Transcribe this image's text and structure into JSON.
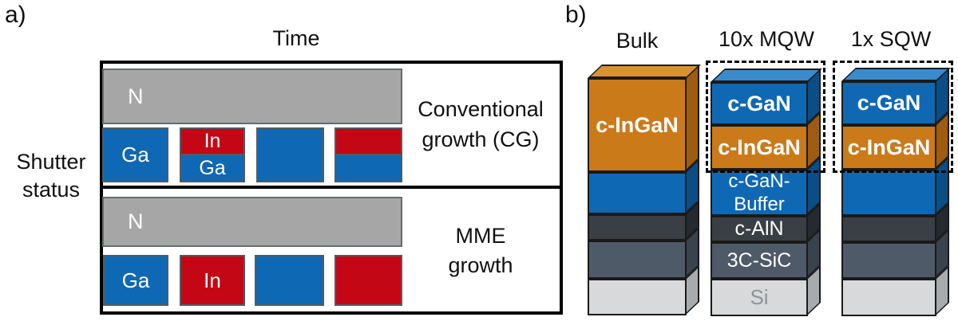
{
  "colors": {
    "blue": "#0f68b3",
    "blue_top": "#3a8bcb",
    "blue_side": "#0b4d85",
    "red": "#c40714",
    "orange": "#cb7a19",
    "orange_top": "#dc9130",
    "orange_side": "#9d5c0f",
    "charcoal": "#3a3e45",
    "slate": "#4e5a67",
    "light_gray": "#d7d9da",
    "shutter_gray": "#a6a6a6"
  },
  "panel_a": {
    "label": "a)",
    "time_label": "Time",
    "y_axis_label_lines": [
      "Shutter",
      "status"
    ],
    "rows": [
      {
        "label_lines": [
          "Conventional",
          "growth (CG)"
        ],
        "n_label": "N",
        "blocks": [
          {
            "kind": "solid",
            "color": "blue",
            "label": "Ga"
          },
          {
            "kind": "split",
            "top_color": "red",
            "top_label": "In",
            "bottom_color": "blue",
            "bottom_label": "Ga"
          },
          {
            "kind": "solid",
            "color": "blue",
            "label": ""
          },
          {
            "kind": "split",
            "top_color": "red",
            "top_label": "",
            "bottom_color": "blue",
            "bottom_label": ""
          }
        ]
      },
      {
        "label_lines": [
          "MME",
          "growth"
        ],
        "n_label": "N",
        "blocks": [
          {
            "kind": "solid",
            "color": "blue",
            "label": "Ga"
          },
          {
            "kind": "solid",
            "color": "red",
            "label": "In"
          },
          {
            "kind": "solid",
            "color": "blue",
            "label": ""
          },
          {
            "kind": "solid",
            "color": "red",
            "label": ""
          }
        ]
      }
    ]
  },
  "panel_b": {
    "label": "b)",
    "stacks": [
      {
        "header": "Bulk",
        "layers": [
          {
            "label": "c-InGaN",
            "color": "orange",
            "bold": true
          },
          {
            "label": "",
            "color": "blue"
          },
          {
            "label": "",
            "color": "charcoal"
          },
          {
            "label": "",
            "color": "slate"
          },
          {
            "label": "",
            "color": "light_gray"
          }
        ]
      },
      {
        "header": "10x MQW",
        "layers": [
          {
            "label": "c-GaN",
            "color": "blue",
            "bold": true
          },
          {
            "label": "c-InGaN",
            "color": "orange",
            "bold": true
          },
          {
            "label_lines": [
              "c-GaN-",
              "Buffer"
            ],
            "color": "blue"
          },
          {
            "label": "c-AlN",
            "color": "charcoal"
          },
          {
            "label": "3C-SiC",
            "color": "slate"
          },
          {
            "label": "Si",
            "color": "light_gray"
          }
        ]
      },
      {
        "header": "1x SQW",
        "layers": [
          {
            "label": "c-GaN",
            "color": "blue",
            "bold": true
          },
          {
            "label": "c-InGaN",
            "color": "orange",
            "bold": true
          },
          {
            "label": "",
            "color": "blue"
          },
          {
            "label": "",
            "color": "charcoal"
          },
          {
            "label": "",
            "color": "slate"
          },
          {
            "label": "",
            "color": "light_gray"
          }
        ]
      }
    ]
  }
}
